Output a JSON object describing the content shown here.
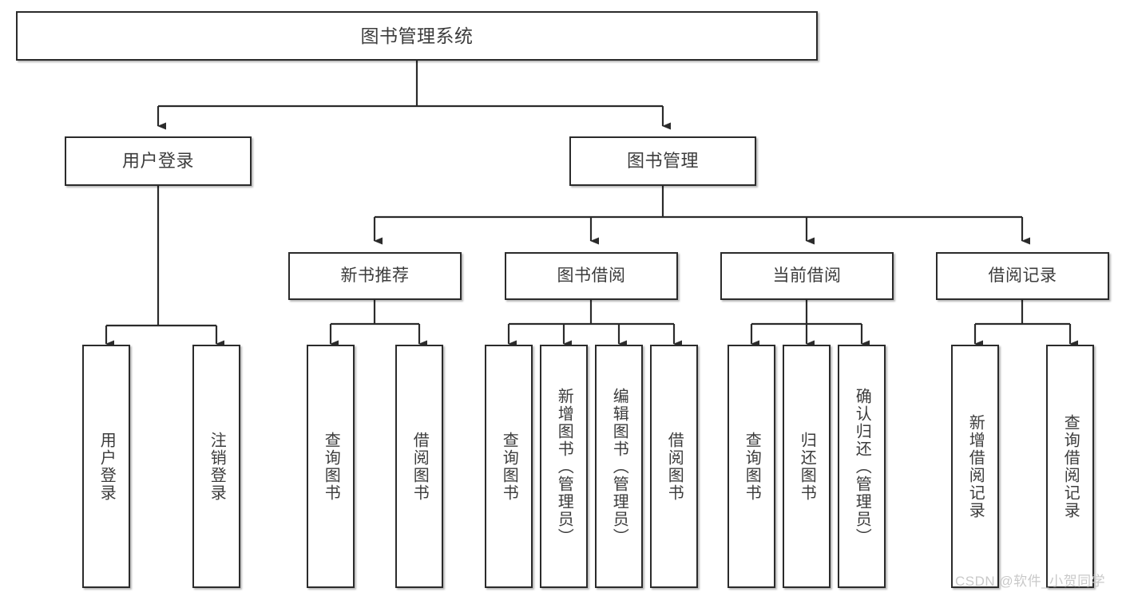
{
  "diagram": {
    "type": "tree-hierarchy",
    "title": "图书管理系统",
    "watermark": "CSDN @软件_小贺同学",
    "colors": {
      "stroke": "#2b2b2b",
      "text": "#3c3c3c",
      "background": "#ffffff",
      "watermark": "#c9c9c9"
    },
    "nodes": {
      "root": {
        "label": "图书管理系统"
      },
      "level2": [
        {
          "label": "用户登录"
        },
        {
          "label": "图书管理"
        }
      ],
      "level3": [
        {
          "label": "新书推荐"
        },
        {
          "label": "图书借阅"
        },
        {
          "label": "当前借阅"
        },
        {
          "label": "借阅记录"
        }
      ],
      "leaves": {
        "user_login": [
          {
            "label": "用户登录"
          },
          {
            "label": "注销登录"
          }
        ],
        "new_book": [
          {
            "label": "查询图书"
          },
          {
            "label": "借阅图书"
          }
        ],
        "book_borrow": [
          {
            "label": "查询图书"
          },
          {
            "label": "新增图书（管理员）"
          },
          {
            "label": "编辑图书（管理员）"
          },
          {
            "label": "借阅图书"
          }
        ],
        "current_borrow": [
          {
            "label": "查询图书"
          },
          {
            "label": "归还图书"
          },
          {
            "label": "确认归还（管理员）"
          }
        ],
        "borrow_record": [
          {
            "label": "新增借阅记录"
          },
          {
            "label": "查询借阅记录"
          }
        ]
      }
    }
  }
}
